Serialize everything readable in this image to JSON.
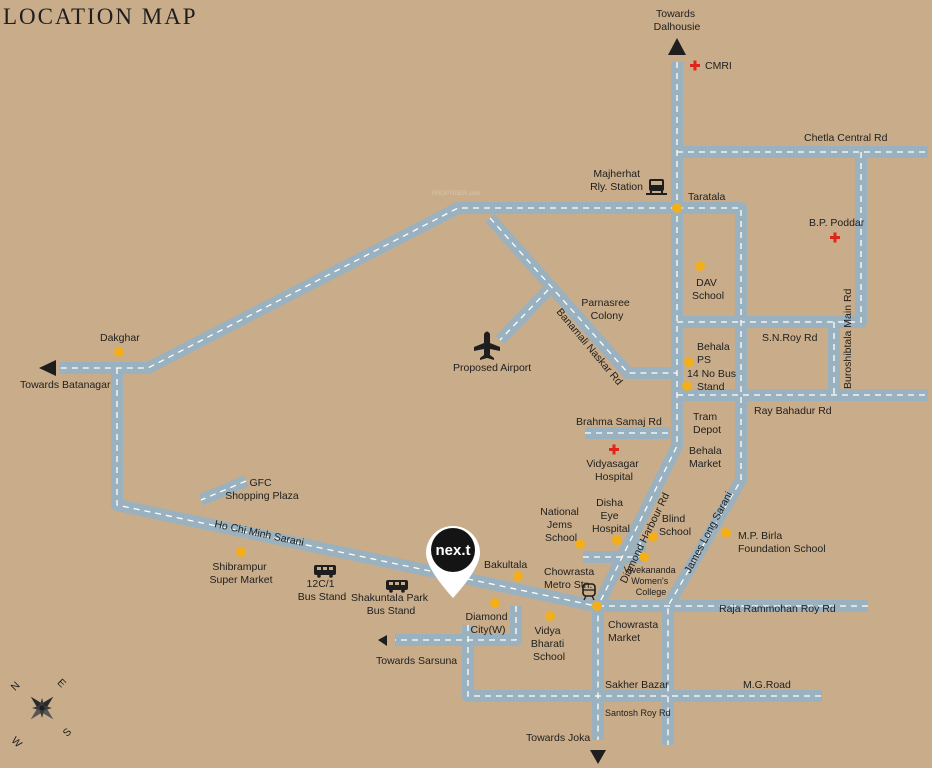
{
  "title": "LOCATION MAP",
  "watermark": "PROPTIGER.com",
  "marker": {
    "logo": "nex.t"
  },
  "compass": {
    "n": "N",
    "e": "E",
    "s": "S",
    "w": "W"
  },
  "roads": {
    "chetla_central": "Chetla Central Rd",
    "sn_roy": "S.N.Roy Rd",
    "ray_bahadur": "Ray Bahadur Rd",
    "buroshibtala": "Buroshibtala Main Rd",
    "brahma_samaj": "Brahma Samaj Rd",
    "banamali": "Banamali Naskar Rd",
    "ho_chi_minh": "Ho Chi Minh Sarani",
    "diamond_harbour": "Diamond Harbour Rd",
    "james_long": "James Long Sarani",
    "raja_rammohan": "Raja Rammohan Roy Rd",
    "mg_road": "M.G.Road",
    "santosh_roy": "Santosh Roy Rd"
  },
  "directions": {
    "dalhousie": [
      "Towards",
      "Dalhousie"
    ],
    "batanagar": "Towards Batanagar",
    "sarsuna": "Towards Sarsuna",
    "joka": "Towards Joka"
  },
  "places": {
    "cmri": "CMRI",
    "majherhat": [
      "Majherhat",
      "Rly. Station"
    ],
    "taratala": "Taratala",
    "bp_poddar": "B.P. Poddar",
    "dav": [
      "DAV",
      "School"
    ],
    "parnasree": [
      "Parnasree",
      "Colony"
    ],
    "airport": "Proposed Airport",
    "dakghar": "Dakghar",
    "behala_ps": [
      "Behala",
      "PS"
    ],
    "bus14": [
      "14 No Bus",
      "Stand"
    ],
    "tram": [
      "Tram",
      "Depot"
    ],
    "vidyasagar": [
      "Vidyasagar",
      "Hospital"
    ],
    "behala_market": [
      "Behala",
      "Market"
    ],
    "gfc": [
      "GFC",
      "Shopping Plaza"
    ],
    "national_jems": [
      "National",
      "Jems",
      "School"
    ],
    "disha": [
      "Disha",
      "Eye",
      "Hospital"
    ],
    "blind": [
      "Blind",
      "School"
    ],
    "mp_birla": [
      "M.P. Birla",
      "Foundation School"
    ],
    "vivekananda": [
      "Vivekananda",
      "Women's",
      "College"
    ],
    "chowrasta_metro": [
      "Chowrasta",
      "Metro Stn."
    ],
    "bakultala": "Bakultala",
    "shibrampur": [
      "Shibrampur",
      "Super Market"
    ],
    "bus12c": [
      "12C/1",
      "Bus Stand"
    ],
    "shakuntala": [
      "Shakuntala Park",
      "Bus Stand"
    ],
    "diamond_city": [
      "Diamond",
      "City(W)"
    ],
    "vidya_bharati": [
      "Vidya",
      "Bharati",
      "School"
    ],
    "chowrasta_market": [
      "Chowrasta",
      "Market"
    ],
    "sakher_bazar": "Sakher Bazar"
  }
}
